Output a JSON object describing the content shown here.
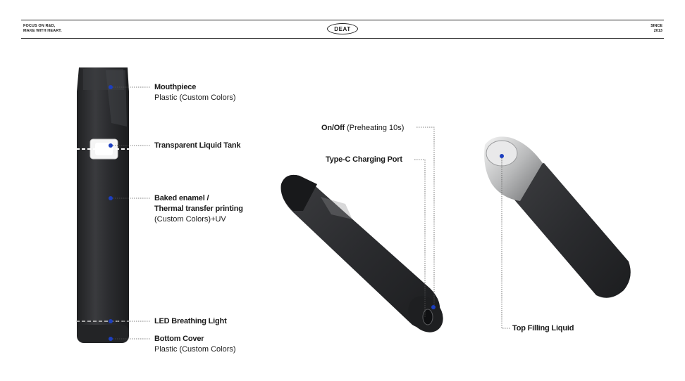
{
  "header": {
    "tagline_line1": "FOCUS ON R&D,",
    "tagline_line2": "MAKE WITH HEART.",
    "logo_text": "DEAT",
    "since_line1": "SINCE",
    "since_line2": "2013"
  },
  "callouts": {
    "mouthpiece_title": "Mouthpiece",
    "mouthpiece_sub": "Plastic (Custom Colors)",
    "tank": "Transparent Liquid Tank",
    "enamel_line1": "Baked enamel /",
    "enamel_line2": "Thermal transfer printing",
    "enamel_sub": "(Custom Colors)+UV",
    "led": "LED Breathing Light",
    "bottom_title": "Bottom Cover",
    "bottom_sub": "Plastic (Custom Colors)",
    "onoff_title": "On/Off",
    "onoff_sub": "(Preheating 10s)",
    "typec": "Type-C Charging Port",
    "top_fill": "Top Filling Liquid"
  },
  "colors": {
    "accent_dot": "#1d3fbf",
    "device_body": "#2a2b2d",
    "leader_line": "#555555"
  }
}
